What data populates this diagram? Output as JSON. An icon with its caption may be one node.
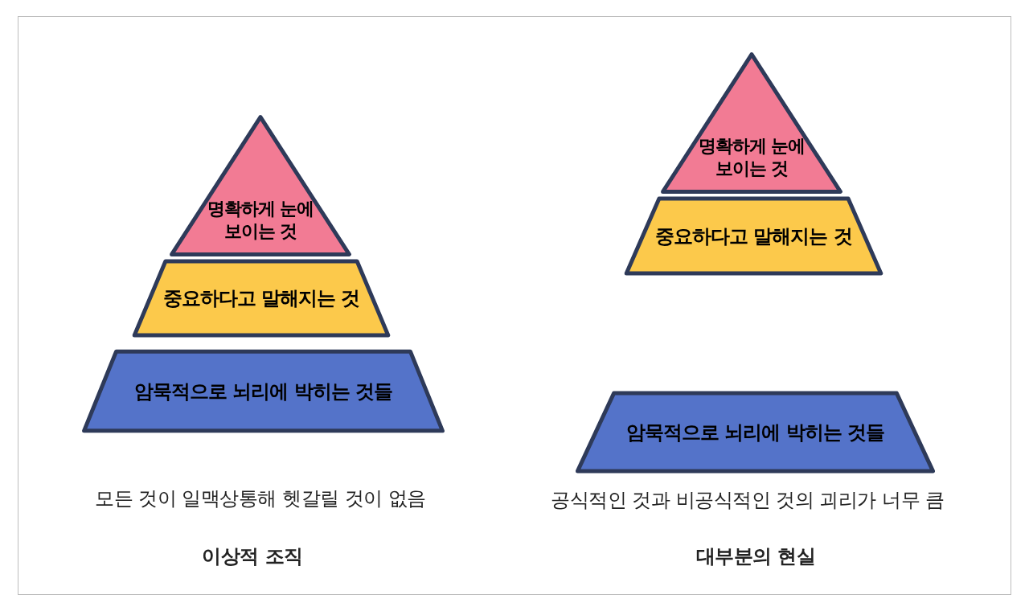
{
  "diagram": {
    "nodes": [
      {
        "text": [
          "명확하게 눈에 보이는 것"
        ]
      },
      {
        "text": [
          "중요하다고 말해지는 것"
        ]
      },
      {
        "text": [
          "암묵적으로 뇌리에 박히는 것들"
        ]
      },
      {
        "text": [
          "명확하게 눈에 보이는 것"
        ]
      },
      {
        "text": [
          "중요하다고 말해지는 것"
        ]
      },
      {
        "text": [
          "암묵적으로 뇌리에 박히는 것들"
        ]
      }
    ],
    "labels": [
      "모든 것이 일맥상통해 헷갈릴 것이 없음",
      "이상적 조직",
      "공식적인 것과 비공식적인 것의 괴리가 너무 큼",
      "대부분의 현실"
    ]
  }
}
